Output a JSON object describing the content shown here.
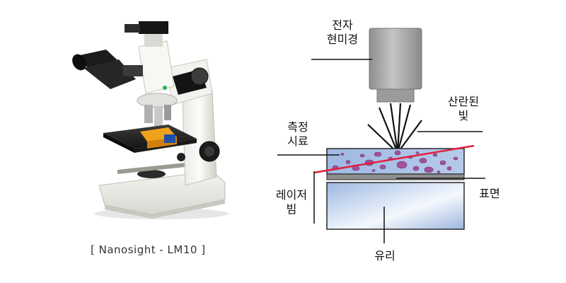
{
  "photo": {
    "caption": "[ Nanosight - LM10 ]"
  },
  "diagram": {
    "objective_label": [
      "전자",
      "현미경"
    ],
    "scattered_light_label": [
      "산란된",
      "빛"
    ],
    "sample_label": [
      "측정",
      "시료"
    ],
    "laser_label": [
      "레이저",
      "빔"
    ],
    "surface_label": "표면",
    "glass_label": "유리"
  },
  "colors": {
    "laser": "#e0203a",
    "glass": "#b8cdea",
    "particles": "#a2519c",
    "objective": "#a9a9a9"
  }
}
